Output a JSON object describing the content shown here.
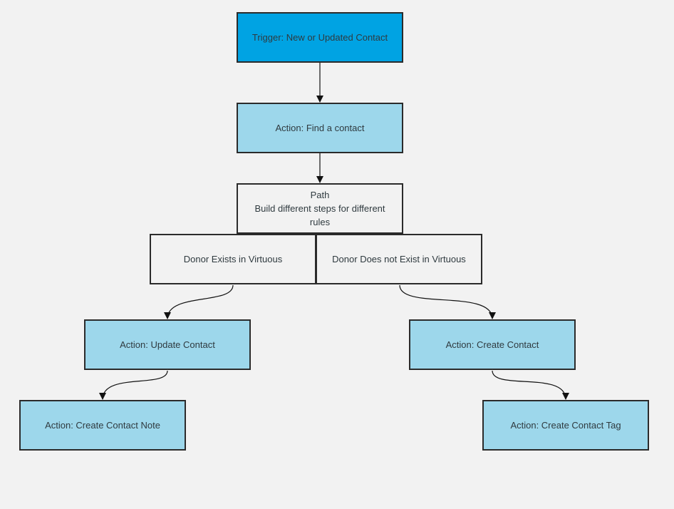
{
  "colors": {
    "background": "#f2f2f2",
    "trigger_fill": "#00a3e3",
    "action_fill": "#9dd7eb",
    "border": "#2b2b2b",
    "text": "#2f3a3f"
  },
  "nodes": {
    "trigger": "Trigger: New or Updated Contact",
    "find_contact": "Action: Find a contact",
    "path_title": "Path",
    "path_description": "Build different steps for different rules",
    "branch_exists": "Donor Exists in Virtuous",
    "branch_not_exists": "Donor Does not Exist in Virtuous",
    "update_contact": "Action: Update Contact",
    "create_contact": "Action: Create Contact",
    "create_contact_note": "Action: Create Contact Note",
    "create_contact_tag": "Action: Create Contact Tag"
  },
  "edges": [
    {
      "from": "trigger",
      "to": "find_contact"
    },
    {
      "from": "find_contact",
      "to": "path"
    },
    {
      "from": "branch_exists",
      "to": "update_contact"
    },
    {
      "from": "branch_not_exists",
      "to": "create_contact"
    },
    {
      "from": "update_contact",
      "to": "create_contact_note"
    },
    {
      "from": "create_contact",
      "to": "create_contact_tag"
    }
  ]
}
